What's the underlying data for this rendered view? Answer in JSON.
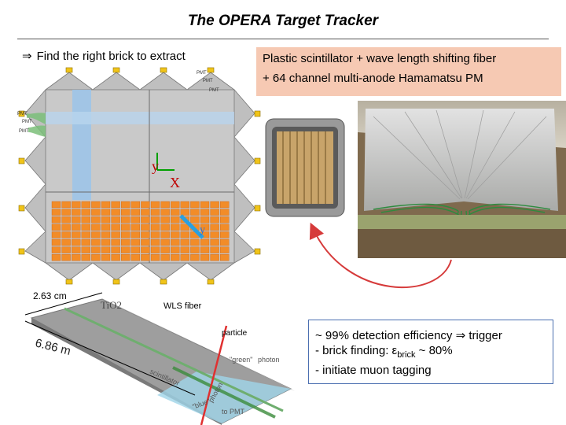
{
  "title": "The OPERA Target Tracker",
  "find_text": "Find the right brick to extract",
  "find_arrow": "⇒",
  "pink_box": {
    "line1": "Plastic scintillator + wave length shifting fiber",
    "line2": "+ 64 channel multi-anode Hamamatsu PM"
  },
  "detector": {
    "pmt_labels": [
      "PMT",
      "PMT",
      "PMT",
      "PMT",
      "PMT",
      "PMT"
    ],
    "axis_y": "y",
    "axis_x": "X",
    "small_y": "y"
  },
  "tile": {
    "width_label": "2.63 cm",
    "length_label": "6.86 m",
    "material_label": "TiO2",
    "fiber_label": "WLS fiber",
    "particle_label": "particle",
    "green_label": "\"green\"",
    "photon_label": "photon",
    "scint_label": "scintillator",
    "blue_label": "\"blue\"",
    "blue_photon_label": "photon",
    "to_pmt_label": "to PMT"
  },
  "efficiency": {
    "line1": "~ 99% detection efficiency ⇒ trigger",
    "line2_prefix": "- brick finding: ε",
    "line2_sub": "brick",
    "line2_suffix": " ~ 80%",
    "line3": "- initiate muon tagging"
  },
  "colors": {
    "pink": "#f6c9b3",
    "brick_orange": "#f28c28",
    "scint_blue": "#9dc4e8",
    "panel_grey": "#c9c9c9",
    "arrow_red": "#d63a3a",
    "box_border": "#4b6fb0"
  }
}
